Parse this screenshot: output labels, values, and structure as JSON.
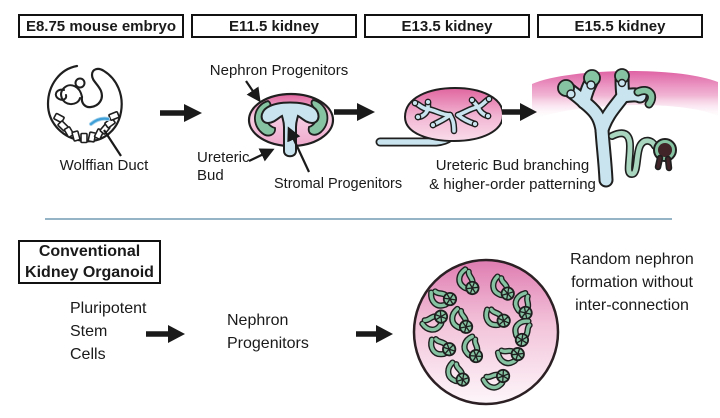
{
  "figure": {
    "stage_boxes": [
      "E8.75 mouse embryo",
      "E11.5 kidney",
      "E13.5 kidney",
      "E15.5 kidney"
    ],
    "top": {
      "wolffian_duct": "Wolffian Duct",
      "nephron_progenitors": "Nephron Progenitors",
      "ureteric_bud_line1": "Ureteric",
      "ureteric_bud_line2": "Bud",
      "stromal_progenitors": "Stromal Progenitors",
      "branching_line1": "Ureteric Bud branching",
      "branching_line2": "& higher-order patterning"
    },
    "bottom": {
      "organoid_box_line1": "Conventional",
      "organoid_box_line2": "Kidney Organoid",
      "psc_line1": "Pluripotent",
      "psc_line2": "Stem",
      "psc_line3": "Cells",
      "nephron_line1": "Nephron",
      "nephron_line2": "Progenitors",
      "random_line1": "Random nephron",
      "random_line2": "formation without",
      "random_line3": "inter-connection"
    }
  },
  "colors": {
    "pink_dark": "#e0659f",
    "pink_mid": "#f0aed0",
    "pink_light": "#fbe4f0",
    "green": "#85c3a2",
    "green_light": "#a8d6bf",
    "tube_blue": "#c9e4ee",
    "duct_blue": "#3fa0d8",
    "divider_blue": "#95b4c6",
    "outline": "#1f1f1f",
    "glom_dark": "#402428",
    "text": "#1a1a1a"
  }
}
